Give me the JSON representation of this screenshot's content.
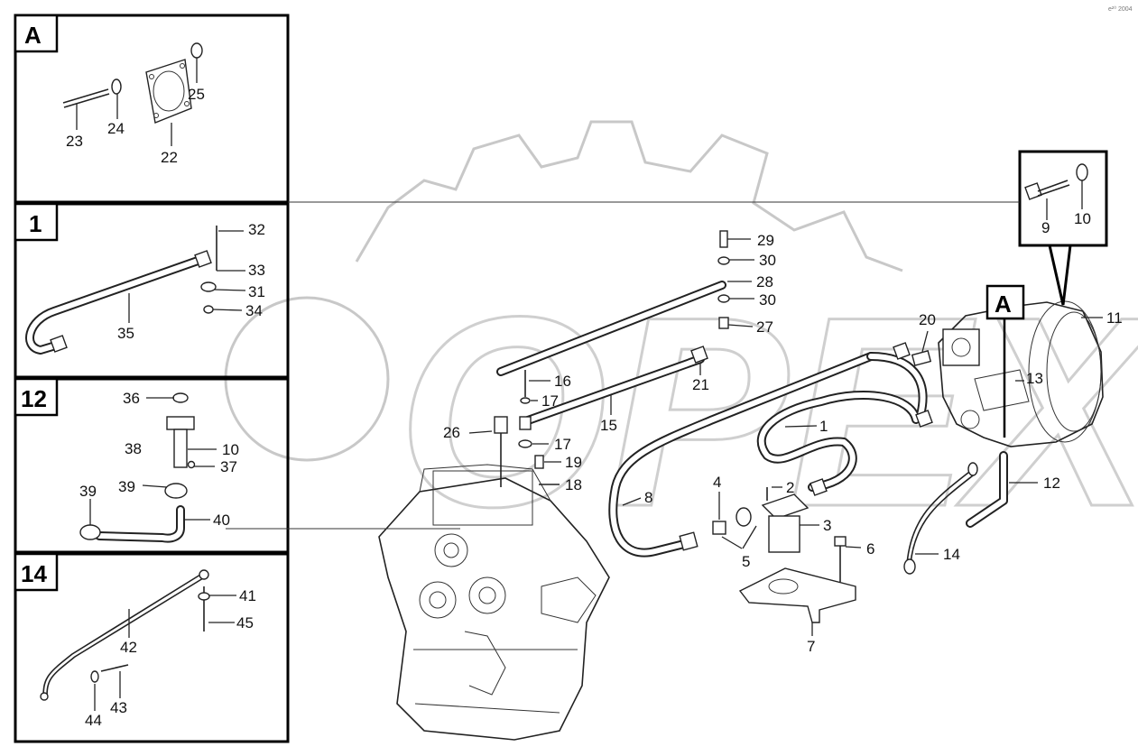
{
  "corner_mark": "e²⁰ 2004",
  "watermark_text": "OPEX",
  "panels": [
    {
      "id": "A",
      "title": "A"
    },
    {
      "id": "1",
      "title": "1"
    },
    {
      "id": "12",
      "title": "12"
    },
    {
      "id": "14",
      "title": "14"
    }
  ],
  "callouts": {
    "c1": "1",
    "c2": "2",
    "c3": "3",
    "c4": "4",
    "c5": "5",
    "c6": "6",
    "c7": "7",
    "c8": "8",
    "c9": "9",
    "c10": "10",
    "c10b": "10",
    "c11": "11",
    "c12": "12",
    "c13": "13",
    "c14": "14",
    "c15": "15",
    "c16": "16",
    "c17a": "17",
    "c17b": "17",
    "c18": "18",
    "c19": "19",
    "c20": "20",
    "c21": "21",
    "c22": "22",
    "c23": "23",
    "c24": "24",
    "c25": "25",
    "c26": "26",
    "c27": "27",
    "c28": "28",
    "c29": "29",
    "c30a": "30",
    "c30b": "30",
    "c31": "31",
    "c32": "32",
    "c33": "33",
    "c34": "34",
    "c35": "35",
    "c36": "36",
    "c37": "37",
    "c38": "38",
    "c39": "39",
    "c39b": "39",
    "c40": "40",
    "c41": "41",
    "c42": "42",
    "c43": "43",
    "c44": "44",
    "c45": "45"
  },
  "detail_ref": "A"
}
